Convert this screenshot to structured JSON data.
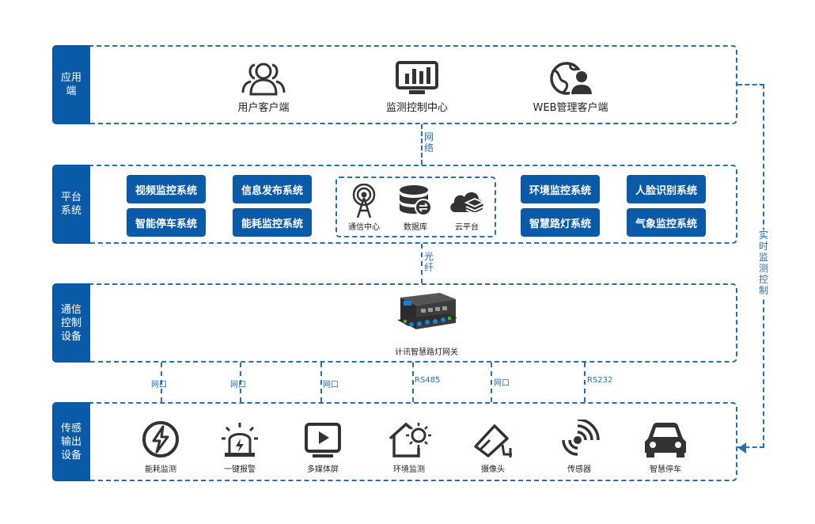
{
  "layers": {
    "app": {
      "label": "应用端"
    },
    "platform": {
      "label": "平台系统"
    },
    "comm": {
      "label": "通信控制设备"
    },
    "sensor": {
      "label": "传感输出设备"
    }
  },
  "app_items": [
    {
      "label": "用户客户端",
      "icon": "users-icon"
    },
    {
      "label": "监测控制中心",
      "icon": "monitor-chart-icon"
    },
    {
      "label": "WEB管理客户端",
      "icon": "globe-user-icon"
    }
  ],
  "platform": {
    "left_systems": [
      "视频监控系统",
      "信息发布系统",
      "智能停车系统",
      "能耗监控系统"
    ],
    "right_systems": [
      "环境监控系统",
      "人脸识别系统",
      "智慧路灯系统",
      "气象监控系统"
    ],
    "cloud_items": [
      {
        "label": "通信中心",
        "icon": "antenna-icon"
      },
      {
        "label": "数据库",
        "icon": "database-icon"
      },
      {
        "label": "云平台",
        "icon": "cloud-icon"
      }
    ]
  },
  "connectors": {
    "network": "网络",
    "fiber": "光纤",
    "realtime": "实时监测控制"
  },
  "gateway": {
    "label": "计讯智慧路灯网关",
    "icon": "gateway-device-icon"
  },
  "ports": [
    "网口",
    "网口",
    "网口",
    "RS485",
    "网口",
    "RS232"
  ],
  "devices": [
    {
      "label": "能耗监测",
      "icon": "lightning-icon"
    },
    {
      "label": "一键报警",
      "icon": "alarm-icon"
    },
    {
      "label": "多媒体屏",
      "icon": "media-screen-icon"
    },
    {
      "label": "环境监测",
      "icon": "home-sun-icon"
    },
    {
      "label": "摄像头",
      "icon": "camera-icon"
    },
    {
      "label": "传感器",
      "icon": "sensor-icon"
    },
    {
      "label": "智慧停车",
      "icon": "car-icon"
    }
  ],
  "colors": {
    "primary": "#0b5aa8",
    "dashed": "#2a6fb5",
    "icon": "#333333"
  }
}
